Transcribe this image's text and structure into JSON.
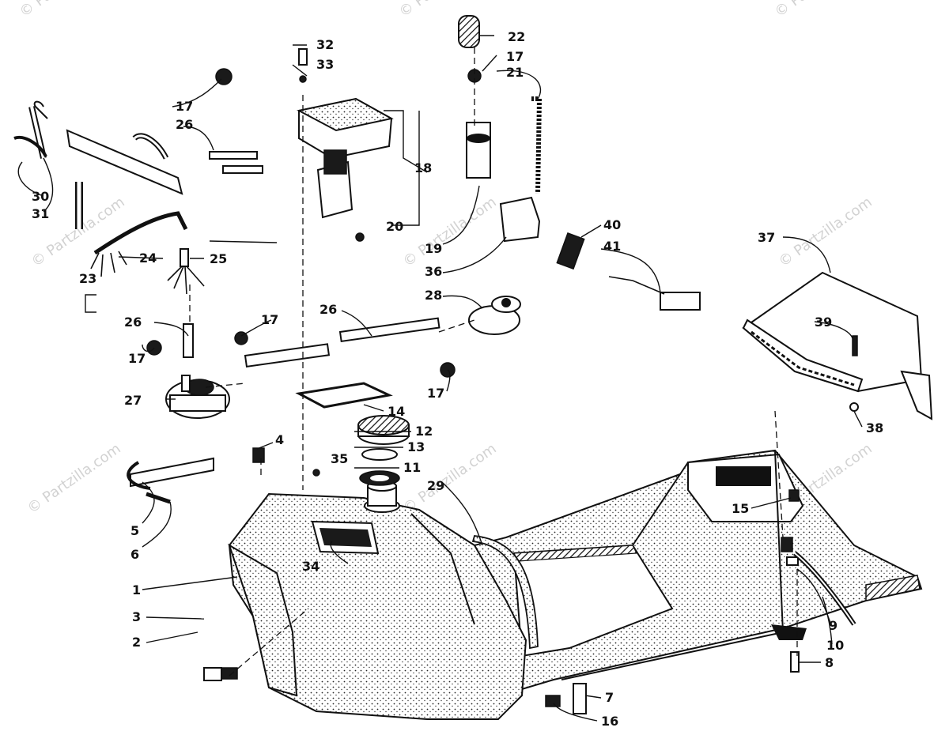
{
  "watermark": "© Partzilla.com",
  "labels": {
    "l1": "1",
    "l2": "2",
    "l3": "3",
    "l4": "4",
    "l5": "5",
    "l6": "6",
    "l7": "7",
    "l8": "8",
    "l9": "9",
    "l10": "10",
    "l11": "11",
    "l12": "12",
    "l13": "13",
    "l14": "14",
    "l15": "15",
    "l16": "16",
    "l17a": "17",
    "l17b": "17",
    "l17c": "17",
    "l17d": "17",
    "l17e": "17",
    "l18": "18",
    "l19": "19",
    "l20": "20",
    "l21": "21",
    "l22": "22",
    "l23": "23",
    "l24": "24",
    "l25": "25",
    "l26a": "26",
    "l26b": "26",
    "l26c": "26",
    "l27": "27",
    "l28": "28",
    "l29": "29",
    "l30": "30",
    "l31": "31",
    "l32": "32",
    "l33": "33",
    "l34": "34",
    "l35": "35",
    "l36": "36",
    "l37": "37",
    "l38": "38",
    "l39": "39",
    "l40": "40",
    "l41": "41"
  }
}
